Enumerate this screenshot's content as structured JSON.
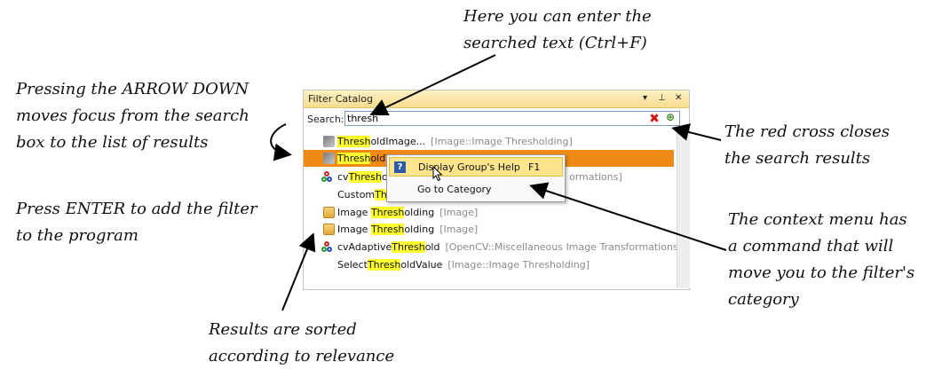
{
  "annotations": {
    "top": [
      "Here you can enter the",
      "searched text (Ctrl+F)"
    ],
    "left": [
      "Pressing the ARROW DOWN",
      "moves focus from the search",
      "box to the list of results"
    ],
    "enter": [
      "Press ENTER to add the filter",
      "to the program"
    ],
    "cross": [
      "The red cross closes",
      "the search results"
    ],
    "menu": [
      "The context menu has",
      "a command that will",
      "move you to the filter's",
      "category"
    ],
    "sorted": [
      "Results are sorted",
      "according to relevance"
    ]
  },
  "panel": {
    "title": "Filter Catalog",
    "search_label": "Search:",
    "search_value": "thresh"
  },
  "results": [
    {
      "pre": "",
      "hl": "Thresh",
      "post": "oldImage...",
      "cat": "[Image::Image Thresholding]"
    },
    {
      "pre": "",
      "hl": "Thresh",
      "post": "oldT",
      "cat": ""
    },
    {
      "pre": "cv",
      "hl": "Thresh",
      "post": "ol",
      "cat": "ormations]"
    },
    {
      "pre": "Custom",
      "hl": "Thr",
      "post": "",
      "cat": ""
    },
    {
      "pre": "Image ",
      "hl": "Thresh",
      "post": "olding",
      "cat": "[Image]"
    },
    {
      "pre": "Image ",
      "hl": "Thresh",
      "post": "olding",
      "cat": "[Image]"
    },
    {
      "pre": "cvAdaptive",
      "hl": "Thresh",
      "post": "old",
      "cat": "[OpenCV::Miscellaneous Image Transformations]"
    },
    {
      "pre": "Select",
      "hl": "Thresh",
      "post": "oldValue",
      "cat": "[Image::Image Thresholding]"
    }
  ],
  "context_menu": {
    "items": [
      {
        "label": "Display Group's Help",
        "shortcut": "F1"
      },
      {
        "label": "Go to Category",
        "shortcut": ""
      }
    ]
  },
  "icons": {
    "pin": "pin-icon",
    "dropdown": "dropdown-icon",
    "close": "close-icon",
    "clear": "clear-search-icon",
    "add": "add-search-icon"
  },
  "colors": {
    "selection": "#f08a14",
    "highlight": "#ffff2e",
    "menu_hover": "#fde58e",
    "close_red": "#d21414"
  }
}
